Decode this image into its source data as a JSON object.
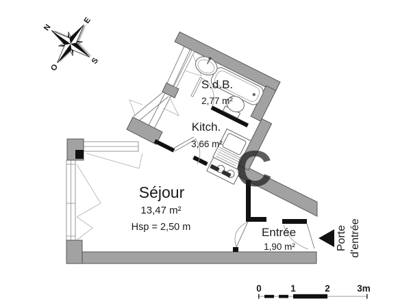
{
  "compass": {
    "n": "N",
    "e": "E",
    "s": "S",
    "o": "O"
  },
  "rooms": {
    "bathroom": {
      "name": "S.d.B.",
      "area": "2,77 m²"
    },
    "kitchen": {
      "name": "Kitch.",
      "area": "3,66 m²"
    },
    "living": {
      "name": "Séjour",
      "area": "13,47 m²",
      "ceiling_height": "Hsp = 2,50 m"
    },
    "entry": {
      "name": "Entrée",
      "area": "1,90 m²"
    }
  },
  "entrance_door": {
    "line1": "Porte",
    "line2": "d'entrée"
  },
  "scale_bar": {
    "t0": "0",
    "t1": "1",
    "t2": "2",
    "t3": "3m"
  },
  "watermark": {
    "letter": "C"
  },
  "colors": {
    "wall_fill": "#a2a2a2",
    "wall_stroke": "#4a4a4a",
    "partition": "#111111",
    "label": "#1a1a1a",
    "watermark": "#cfcfcf"
  }
}
